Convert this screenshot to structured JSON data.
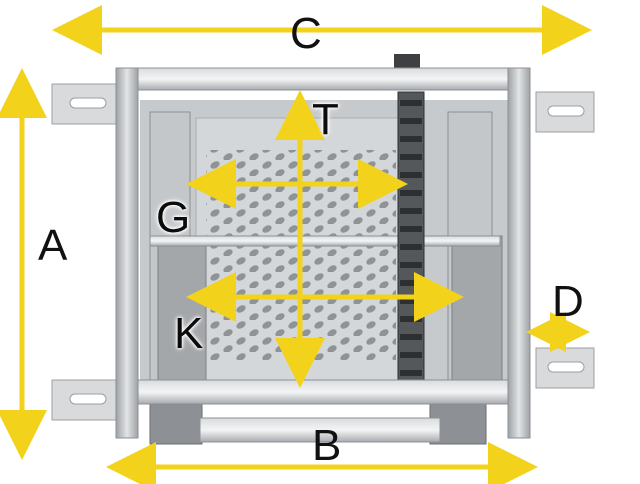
{
  "dimensions": {
    "A": "A",
    "B": "B",
    "C": "C",
    "D": "D",
    "G": "G",
    "K": "K",
    "T": "T"
  },
  "colors": {
    "arrow": "#f2d21b",
    "frame": "#b9bcbf",
    "panel": "#cfd2d5",
    "holes": "#8f9396",
    "belt": "#9a9da0",
    "chain": "#4a4c4f"
  },
  "icons": [
    "perforated-plate",
    "cable-chain",
    "side-rollers",
    "mounting-brackets"
  ]
}
